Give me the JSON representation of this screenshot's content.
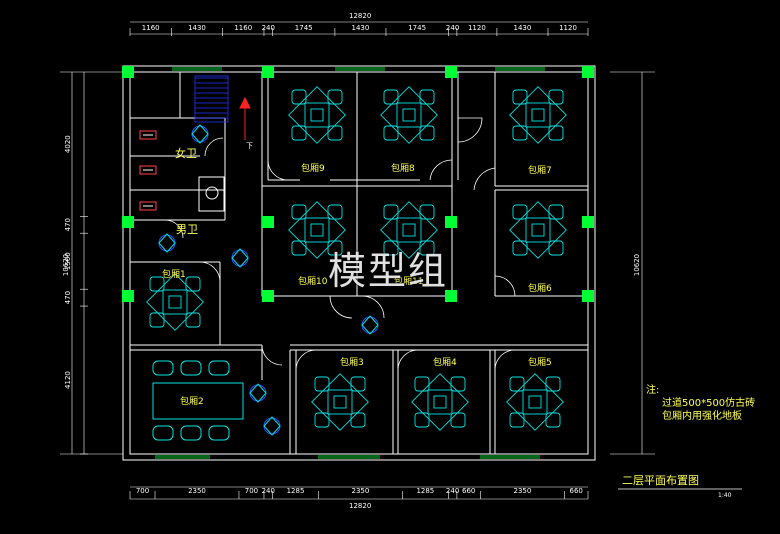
{
  "colors": {
    "wall": "#ffffff",
    "column": "#00ff33",
    "furniture": "#00e5e5",
    "dim": "#ffffff",
    "text": "#ffff55",
    "stair": "#2233ff",
    "arrow": "#ff2222",
    "door": "#ffffff"
  },
  "top_dims": {
    "total": "12820",
    "segs": [
      "1160",
      "1430",
      "1160",
      "240",
      "1745",
      "1430",
      "1745",
      "240",
      "1120",
      "1430",
      "1120"
    ]
  },
  "bottom_dims": {
    "total": "12820",
    "segs": [
      "700",
      "2350",
      "700",
      "240",
      "1285",
      "2350",
      "1285",
      "240",
      "660",
      "2350",
      "660"
    ]
  },
  "left_dims": [
    "4020",
    "470",
    "1560",
    "470",
    "4120"
  ],
  "left_total": "10620",
  "right_total": "10620",
  "rooms": {
    "r1": "包厢1",
    "r2": "包厢2",
    "r3": "包厢3",
    "r4": "包厢4",
    "r5": "包厢5",
    "r6": "包厢6",
    "r7": "包厢7",
    "r8": "包厢8",
    "r9": "包厢9",
    "r10": "包厢10",
    "r11": "包厢11"
  },
  "toilet_f": "女卫",
  "toilet_m": "男卫",
  "stair_down": "下",
  "note": {
    "title": "注:",
    "line1": "过道500*500仿古砖",
    "line2": "包厢内用强化地板"
  },
  "drawing_title": "二层平面布置图",
  "scale": "1:40",
  "watermark": "模型组"
}
